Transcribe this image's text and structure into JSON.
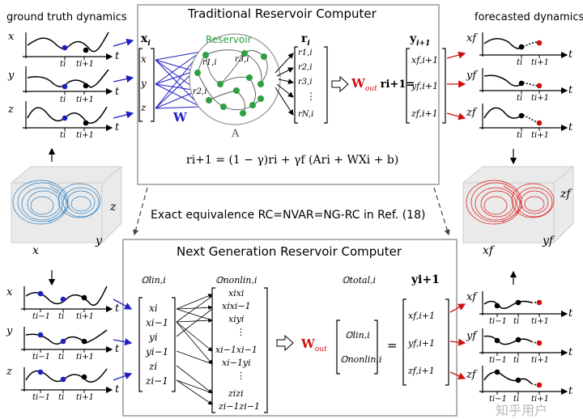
{
  "left_header": "ground truth dynamics",
  "right_header": "forecasted dynamics",
  "trc": {
    "title": "Traditional Reservoir Computer",
    "reservoir_label": "Reservoir",
    "input_label": "x",
    "input_sub": "i",
    "state_label": "r",
    "state_sub": "i",
    "output_label": "y",
    "output_sub": "i+1",
    "w_label": "W",
    "a_label": "A",
    "inputs": [
      "x",
      "y",
      "z"
    ],
    "states": [
      "r1,i",
      "r2,i",
      "r3,i",
      "⋮",
      "rN,i"
    ],
    "outputs": [
      "xf,i+1",
      "yf,i+1",
      "zf,i+1"
    ],
    "node_labels": [
      "r1,i",
      "r3,i",
      "r2,i"
    ],
    "wout_eq_rhs": "ri+1=",
    "equation": "ri+1 = (1 − γ)ri + γf (Ari + WXi + b)"
  },
  "middle_text": "Exact equivalence RC=NVAR=NG-RC in Ref. (18)",
  "ngrc": {
    "title": "Next Generation Reservoir Computer",
    "lin_header": "𝕆lin,i",
    "nonlin_header": "𝕆nonlin,i",
    "total_header": "𝕆total,i",
    "out_header": "yi+1",
    "lin_items": [
      "xi",
      "xi−1",
      "yi",
      "yi−1",
      "zi",
      "zi−1"
    ],
    "nonlin_items": [
      "xixi",
      "xixi−1",
      "xiyi",
      "⋮",
      "xi−1xi−1",
      "xi−1yi",
      "⋮",
      "zizi",
      "zi−1zi−1"
    ],
    "total_items": [
      "𝕆lin,i",
      "𝕆nonlin,i"
    ],
    "out_items": [
      "xf,i+1",
      "yf,i+1",
      "zf,i+1"
    ],
    "eq": "="
  },
  "wout": "W",
  "wout_sub": "out",
  "axis": {
    "t": "t",
    "ti": "ti",
    "ti1": "ti+1",
    "tim1": "ti−1",
    "x": "x",
    "y": "y",
    "z": "z",
    "xf": "xf",
    "yf": "yf",
    "zf": "zf"
  },
  "lorenz_left_axes": {
    "x": "x",
    "y": "y",
    "z": "z"
  },
  "lorenz_right_axes": {
    "x": "xf",
    "y": "yf",
    "z": "zf"
  },
  "watermark": "知乎用户",
  "colors": {
    "blue": "#1f1fbf",
    "red": "#d01010",
    "green": "#2ea043",
    "lorenz_blue": "#2a7fc1",
    "lorenz_red": "#e01010",
    "box": "#999999"
  }
}
